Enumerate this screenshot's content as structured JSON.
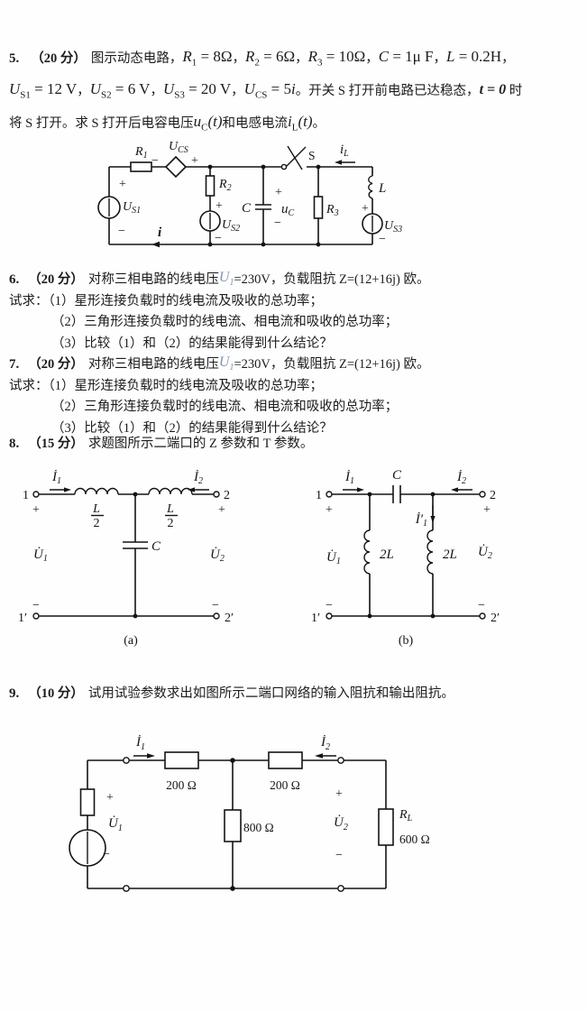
{
  "page": {
    "background": "#fefefe",
    "text_color": "#1b1b1b",
    "accent_blue": "#8494ad"
  },
  "q5": {
    "num": "5.",
    "pts": "（20 分）",
    "intro": "图示动态电路，",
    "f1": {
      "v": "R",
      "s": "1",
      "r": " = 8Ω"
    },
    "c1": "，",
    "f2": {
      "v": "R",
      "s": "2",
      "r": " = 6Ω"
    },
    "c2": "，",
    "f3": {
      "v": "R",
      "s": "3",
      "r": " = 10Ω"
    },
    "c3": "，",
    "f4": {
      "v": "C",
      "r": " = 1μ F"
    },
    "c4": "，",
    "f5": {
      "v": "L",
      "r": " = 0.2H"
    },
    "c5": "，",
    "f6": {
      "v": "U",
      "s": "S1",
      "r": " = 12 V"
    },
    "c6": "，",
    "f7": {
      "v": "U",
      "s": "S2",
      "r": " = 6 V"
    },
    "c7": "，",
    "f8": {
      "v": "U",
      "s": "S3",
      "r": " = 20 V"
    },
    "c8": "，",
    "f9": {
      "v": "U",
      "s": "CS",
      "r": " = 5",
      "r2": "i"
    },
    "c9": "。",
    "t1": "开关 S 打开前电路已达稳态，",
    "f10": "t = 0",
    "t2": "时",
    "t3": "将 S 打开。求 S 打开后电容电压",
    "f11": {
      "v": "u",
      "s": "C",
      "r": "(t)"
    },
    "t4": "和电感电流",
    "f12": {
      "v": "i",
      "s": "L",
      "r": "(t)"
    },
    "t5": "。"
  },
  "q6": {
    "num": "6.",
    "pts": "（20 分）",
    "t1": "对称三相电路的线电压",
    "u": {
      "v": "U",
      "s": "1"
    },
    "t2": "=230V，负载阻抗 Z=(12+16j) 欧。",
    "l2": "试求：（1）星形连接负载时的线电流及吸收的总功率；",
    "l3": "（2）三角形连接负载时的线电流、相电流和吸收的总功率；",
    "l4": "（3）比较（1）和（2）的结果能得到什么结论？"
  },
  "q7": {
    "num": "7.",
    "pts": "（20 分）",
    "t1": "对称三相电路的线电压",
    "u": {
      "v": "U",
      "s": "1"
    },
    "t2": "=230V，负载阻抗 Z=(12+16j) 欧。",
    "l2": "试求：（1）星形连接负载时的线电流及吸收的总功率；",
    "l3": "（2）三角形连接负载时的线电流、相电流和吸收的总功率；",
    "l4": "（3）比较（1）和（2）的结果能得到什么结论？"
  },
  "q8": {
    "num": "8.",
    "pts": "（15 分）",
    "text": "求题图所示二端口的 Z 参数和 T 参数。"
  },
  "q9": {
    "num": "9.",
    "pts": "（10 分）",
    "text": "试用试验参数求出如图所示二端口网络的输入阻抗和输出阻抗。"
  },
  "fig5": {
    "r1": {
      "v": "R",
      "s": "1"
    },
    "ucs": {
      "v": "U",
      "s": "CS"
    },
    "r2": {
      "v": "R",
      "s": "2"
    },
    "r3": {
      "v": "R",
      "s": "3"
    },
    "us1": {
      "v": "U",
      "s": "S1"
    },
    "us2": {
      "v": "U",
      "s": "S2"
    },
    "us3": {
      "v": "U",
      "s": "S3"
    },
    "c": "C",
    "uc": {
      "v": "u",
      "s": "C"
    },
    "l": "L",
    "il": {
      "v": "i",
      "s": "L"
    },
    "i": "i",
    "s": "S",
    "plus": "+",
    "minus": "−"
  },
  "fig8a": {
    "t1": "1",
    "t1p": "1′",
    "t2": "2",
    "t2p": "2′",
    "i1": {
      "v": "İ",
      "s": "1"
    },
    "i2": {
      "v": "İ",
      "s": "2"
    },
    "u1": {
      "v": "U̇",
      "s": "1"
    },
    "u2": {
      "v": "U̇",
      "s": "2"
    },
    "lnum": "L",
    "lden": "2",
    "c": "C",
    "cap": "(a)",
    "plus": "+",
    "minus": "−"
  },
  "fig8b": {
    "t1": "1",
    "t1p": "1′",
    "t2": "2",
    "t2p": "2′",
    "i1": {
      "v": "İ",
      "s": "1"
    },
    "i2": {
      "v": "İ",
      "s": "2"
    },
    "i1p": {
      "v": "İ′",
      "s": "1"
    },
    "u1": {
      "v": "U̇",
      "s": "1"
    },
    "u2": {
      "v": "U̇",
      "s": "2"
    },
    "l_left": "2L",
    "l_right": "2L",
    "c": "C",
    "cap": "(b)",
    "plus": "+",
    "minus": "−"
  },
  "fig9": {
    "i1": {
      "v": "İ",
      "s": "1"
    },
    "i2": {
      "v": "İ",
      "s": "2"
    },
    "u1": {
      "v": "U̇",
      "s": "1"
    },
    "u2": {
      "v": "U̇",
      "s": "2"
    },
    "r200a": "200 Ω",
    "r200b": "200 Ω",
    "r800": "800 Ω",
    "rl": {
      "v": "R",
      "s": "L"
    },
    "rlval": "600 Ω",
    "plus": "+",
    "minus": "−"
  }
}
